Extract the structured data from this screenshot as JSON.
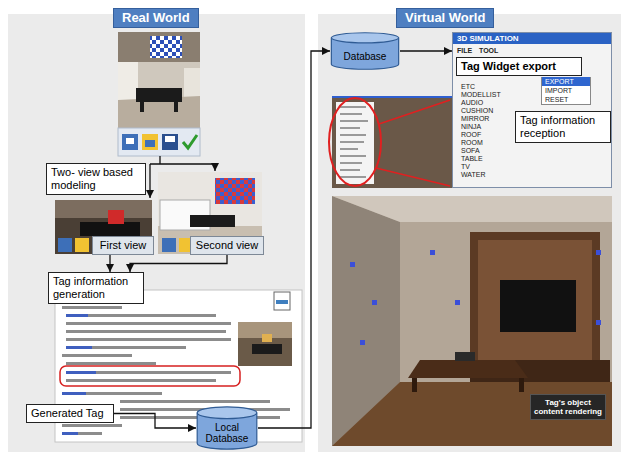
{
  "diagram": {
    "nodes": [
      {
        "text": [
          "Real World"
        ]
      },
      {
        "text": [
          "Two- view based modeling"
        ],
        "in": 0
      },
      {
        "text": [
          "First view"
        ],
        "in": 0
      },
      {
        "text": [
          "Second view"
        ],
        "in": 0
      },
      {
        "text": [
          "Tag information generation"
        ],
        "in": 0
      },
      {
        "text": [
          "Generated Tag"
        ],
        "in": 0
      },
      {
        "text": [
          "Local Database"
        ],
        "in": 0
      },
      {
        "text": [
          "Virtual World"
        ]
      },
      {
        "text": [
          "Database"
        ],
        "in": 7
      },
      {
        "text": [
          "3D SIMULATION"
        ],
        "in": 7
      },
      {
        "text": [
          "Tag Widget export"
        ],
        "in": 9
      },
      {
        "text": [
          "Tag information reception"
        ],
        "in": 9
      },
      {
        "text": [
          "Tag's object content rendering"
        ],
        "in": 7
      }
    ],
    "edges": [
      {
        "from": 2,
        "to": 4,
        "arrow": "to"
      },
      {
        "from": 3,
        "to": 4,
        "arrow": "to"
      },
      {
        "from": 5,
        "to": 6,
        "arrow": "to"
      },
      {
        "from": 6,
        "to": 8,
        "arrow": "to"
      },
      {
        "from": 8,
        "to": 9,
        "arrow": "to"
      }
    ],
    "labels": [
      "FILE",
      "TOOL",
      "ETC",
      "MODELLIST",
      "AUDIO",
      "CUSHION",
      "MIRROR",
      "NINJA",
      "ROOF",
      "ROOM",
      "SOFA",
      "TABLE",
      "TV",
      "WATER",
      "EXPORT",
      "IMPORT",
      "RESET"
    ]
  }
}
